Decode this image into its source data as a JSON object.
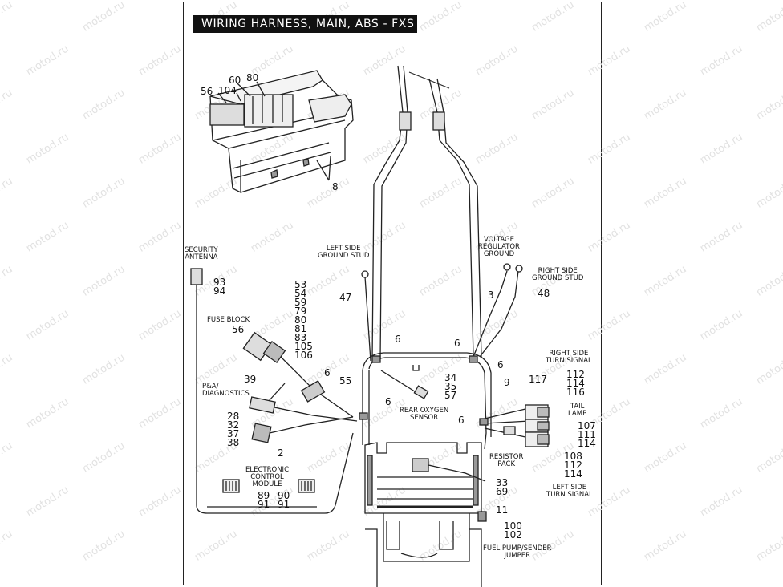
{
  "title": "WIRING HARNESS, MAIN, ABS - FXS",
  "watermark": "motod.ru",
  "labels": {
    "security_antenna": [
      "SECURITY",
      "ANTENNA"
    ],
    "left_ground": [
      "LEFT SIDE",
      "GROUND STUD"
    ],
    "voltage_reg": [
      "VOLTAGE",
      "REGULATOR",
      "GROUND"
    ],
    "right_ground": [
      "RIGHT SIDE",
      "GROUND STUD"
    ],
    "fuse_block": "FUSE BLOCK",
    "pa_diag": [
      "P&A/",
      "DIAGNOSTICS"
    ],
    "rear_o2": [
      "REAR OXYGEN",
      "SENSOR"
    ],
    "right_turn": [
      "RIGHT SIDE",
      "TURN SIGNAL"
    ],
    "tail_lamp": [
      "TAIL",
      "LAMP"
    ],
    "resistor_pack": [
      "RESISTOR",
      "PACK"
    ],
    "left_turn": [
      "LEFT SIDE",
      "TURN SIGNAL"
    ],
    "ecm": [
      "ELECTRONIC",
      "CONTROL",
      "MODULE"
    ],
    "fuel_pump": [
      "FUEL PUMP/SENDER",
      "JUMPER"
    ]
  },
  "callouts": {
    "fb_top": {
      "n60": "60",
      "n80": "80",
      "n56": "56",
      "n104": "104"
    },
    "n8": "8",
    "antenna": [
      "93",
      "94"
    ],
    "fuse_list": [
      "53",
      "54",
      "59",
      "79",
      "80",
      "81",
      "83",
      "105",
      "106"
    ],
    "n56b": "56",
    "n47": "47",
    "n3": "3",
    "n48": "48",
    "n6a": "6",
    "n6b": "6",
    "n6c": "6",
    "n6d": "6",
    "n6e": "6",
    "n6f": "6",
    "n55": "55",
    "n39": "39",
    "pa_nums": [
      "28",
      "32",
      "37",
      "38"
    ],
    "n2": "2",
    "o2_nums": [
      "34",
      "35",
      "57"
    ],
    "n9": "9",
    "n117": "117",
    "rt_nums": [
      "112",
      "114",
      "116"
    ],
    "tail_nums": [
      "107",
      "111",
      "114"
    ],
    "lt_nums": [
      "108",
      "112",
      "114"
    ],
    "n33": "33",
    "n69": "69",
    "n11": "11",
    "n100": "100",
    "n102": "102",
    "ecm_a": [
      "89",
      "91"
    ],
    "ecm_b": [
      "90",
      "91"
    ]
  }
}
